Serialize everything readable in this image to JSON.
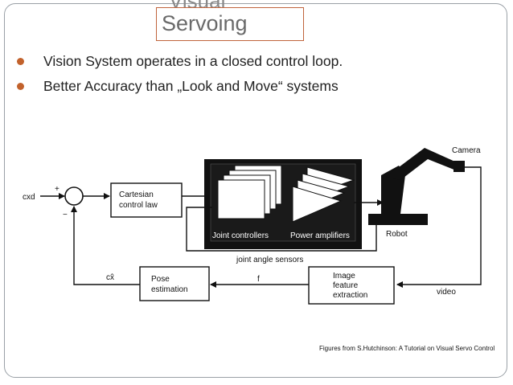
{
  "slide": {
    "title_partial": "Visual",
    "title": "Servoing",
    "bullets": [
      "Vision System operates in a closed control loop.",
      "Better Accuracy than „Look and Move“ systems"
    ],
    "caption": "Figures from S.Hutchinson: A Tutorial on Visual Servo Control"
  },
  "diagram": {
    "input_label": "cxd",
    "plus_sign": "+",
    "minus_sign": "−",
    "cartesian_line1": "Cartesian",
    "cartesian_line2": "control law",
    "joint_controllers": "Joint controllers",
    "power_amplifiers": "Power amplifiers",
    "robot": "Robot",
    "camera": "Camera",
    "joint_angle_sensors": "joint angle sensors",
    "pose_line1": "Pose",
    "pose_line2": "estimation",
    "image_line1": "Image",
    "image_line2": "feature",
    "image_line3": "extraction",
    "video": "video",
    "f_label": "f",
    "feedback_label": "cx̂"
  },
  "colors": {
    "accent": "#c2622c",
    "frame": "#9aa0a6"
  }
}
